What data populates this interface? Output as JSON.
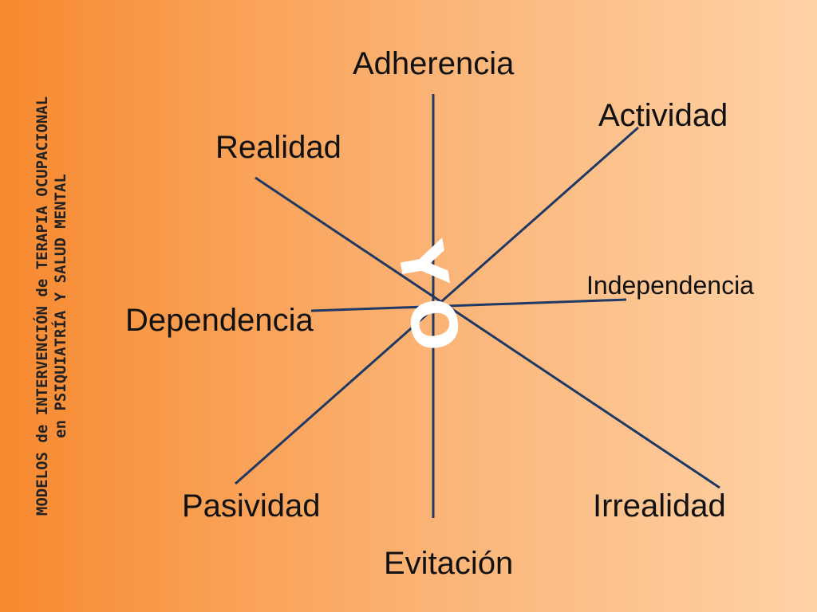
{
  "side_title": {
    "line1": "MODELOS de INTERVENCIÓN de TERAPIA OCUPACIONAL",
    "line2": "en PSIQUIATRÍA  Y SALUD MENTAL"
  },
  "center_label": "YO",
  "axes": {
    "top": "Adherencia",
    "bottom": "Evitación",
    "top_right": "Actividad",
    "bottom_left": "Pasividad",
    "top_left": "Realidad",
    "bottom_right": "Irrealidad",
    "left": "Dependencia",
    "right": "Independencia"
  },
  "colors": {
    "line": "#1f3864",
    "center_text": "#ffffff",
    "label_text": "#111111"
  }
}
